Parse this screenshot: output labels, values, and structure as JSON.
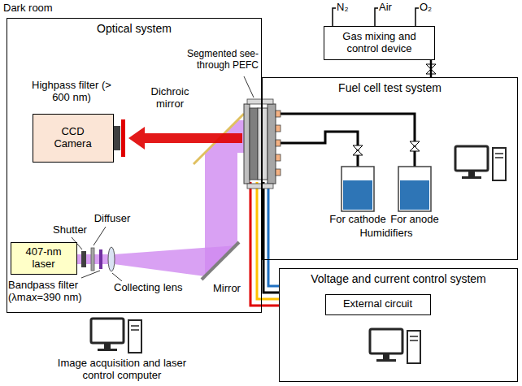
{
  "diagram": {
    "nodes": [
      {
        "text": [
          "Optical system"
        ]
      },
      {
        "text": [
          "CCD Camera"
        ],
        "in": 0
      },
      {
        "text": [
          "407-nm laser"
        ],
        "in": 0
      },
      {
        "text": [
          "Gas mixing and control device"
        ]
      },
      {
        "text": [
          "Fuel cell test system"
        ]
      },
      {
        "text": [
          "Voltage and current control system"
        ]
      },
      {
        "text": [
          "External circuit"
        ],
        "in": 5
      }
    ],
    "edges": [
      {
        "from": 3,
        "to": 4,
        "arrow": "none"
      }
    ],
    "labels": [
      "Dark room",
      "N₂",
      "Air",
      "O₂",
      "Highpass filter (> 600 nm)",
      "Dichroic mirror",
      "Segmented see-through PEFC",
      "Shutter",
      "Diffuser",
      "Mirror",
      "Collecting lens",
      "Bandpass filter (λmax=390 nm)",
      "For cathode",
      "For anode",
      "Humidifiers",
      "Image acquisition and laser control computer"
    ]
  }
}
